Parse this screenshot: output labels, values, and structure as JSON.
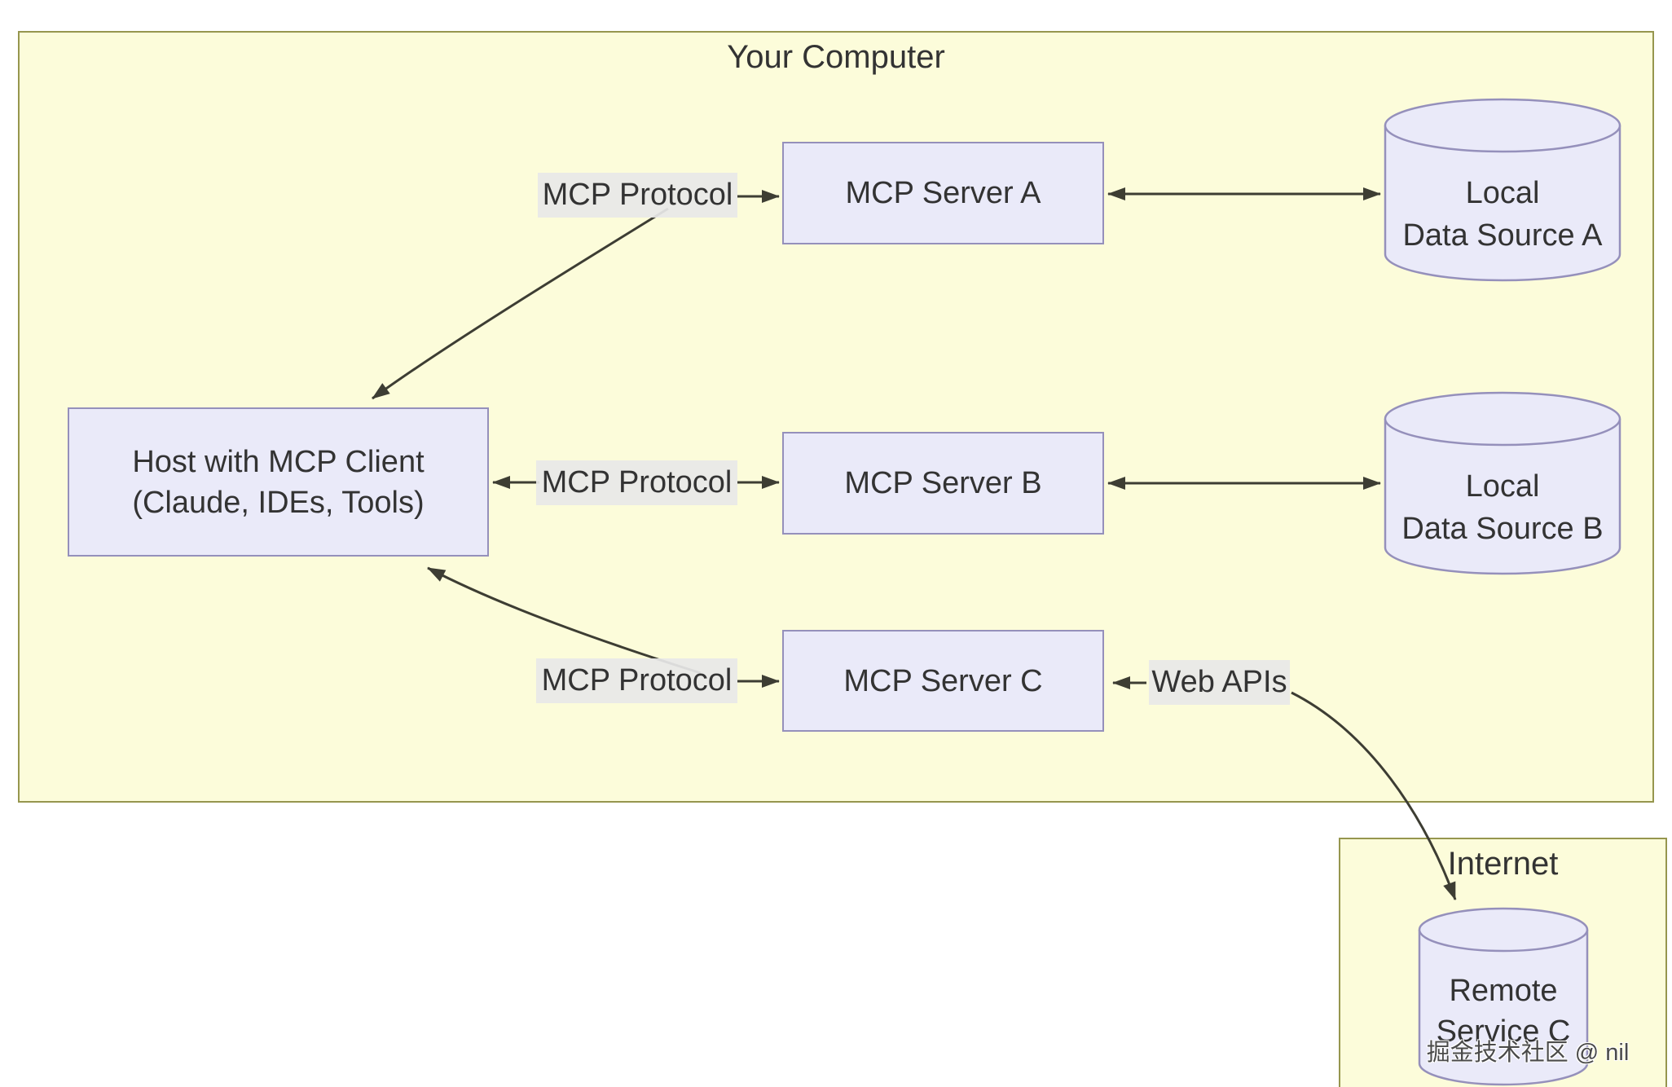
{
  "your_computer": {
    "title": "Your Computer"
  },
  "internet": {
    "title": "Internet"
  },
  "nodes": {
    "host": {
      "line1": "Host with MCP Client",
      "line2": "(Claude, IDEs, Tools)"
    },
    "server_a": {
      "label": "MCP Server A"
    },
    "server_b": {
      "label": "MCP Server B"
    },
    "server_c": {
      "label": "MCP Server C"
    },
    "datasource_a": {
      "line1": "Local",
      "line2": "Data Source A"
    },
    "datasource_b": {
      "line1": "Local",
      "line2": "Data Source B"
    },
    "remote_service_c": {
      "line1": "Remote",
      "line2": "Service C"
    }
  },
  "edge_labels": {
    "protocol_a": "MCP Protocol",
    "protocol_b": "MCP Protocol",
    "protocol_c": "MCP Protocol",
    "web_apis": "Web APIs"
  },
  "watermark": "掘金技术社区 @ nil",
  "colors": {
    "group_fill": "#fcfcda",
    "group_border": "#96964e",
    "node_fill": "#eaeaf9",
    "node_border": "#9590bb",
    "edge_stroke": "#3d3d33",
    "edge_label_bg": "#e8e8e8",
    "text": "#333333"
  }
}
